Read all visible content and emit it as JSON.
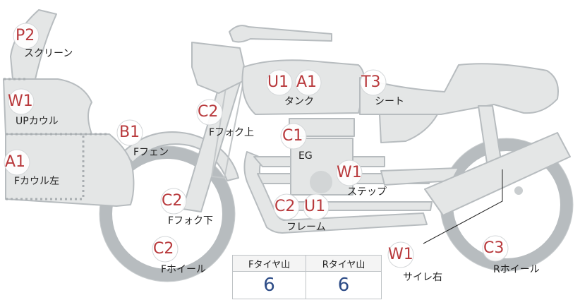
{
  "parts": [
    {
      "id": "screen",
      "code": "P2",
      "label": "スクリーン"
    },
    {
      "id": "up-cowl",
      "code": "W1",
      "label": "UPカウル"
    },
    {
      "id": "f-cowl-left",
      "code": "A1",
      "label": "Fカウル左"
    },
    {
      "id": "f-fender",
      "code": "B1",
      "label": "Fフェン"
    },
    {
      "id": "f-fork-upper",
      "code": "C2",
      "label": "Fフォク上"
    },
    {
      "id": "f-fork-lower",
      "code": "C2",
      "label": "Fフォク下"
    },
    {
      "id": "f-wheel",
      "code": "C2",
      "label": "Fホイール"
    },
    {
      "id": "tank",
      "codes": [
        "U1",
        "A1"
      ],
      "label": "タンク"
    },
    {
      "id": "seat",
      "code": "T3",
      "label": "シート"
    },
    {
      "id": "engine",
      "code": "C1",
      "label": "EG"
    },
    {
      "id": "step",
      "code": "W1",
      "label": "ステップ"
    },
    {
      "id": "frame",
      "codes": [
        "C2",
        "U1"
      ],
      "label": "フレーム"
    },
    {
      "id": "silencer-right",
      "code": "W1",
      "label": "サイレ右"
    },
    {
      "id": "r-wheel",
      "code": "C3",
      "label": "Rホイール"
    }
  ],
  "tire_table": {
    "headers": [
      "Fタイヤ山",
      "Rタイヤ山"
    ],
    "values": [
      "6",
      "6"
    ]
  },
  "colors": {
    "code": "#b8393c",
    "value": "#2c4b86",
    "body": "#e4e6e6",
    "outline": "#b7bcbf"
  }
}
